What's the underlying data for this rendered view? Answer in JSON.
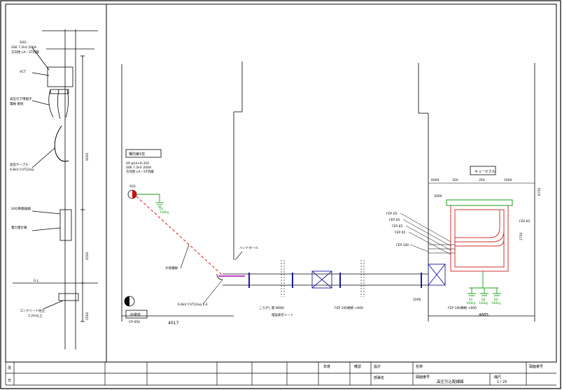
{
  "pole_section": {
    "sog_label": "SOG",
    "sog_spec": "SSK 7.2kV 200A",
    "arrester": "方向性 LA・ST内蔵",
    "vct_label": "VCT",
    "terminal_label": "高圧引下用端子",
    "terminal_label2": "電線 接続",
    "cable_label": "高圧ケーブル",
    "cable_spec": "6.6kV CVT22sq",
    "sog_box_label": "SOG制御器箱",
    "meter_label": "電力量計箱",
    "gl_label": "G.L",
    "pipe_label": "コンクリート柱立",
    "pipe_spec": "1.2m以上",
    "dim_top": "9000",
    "dim_mid": "4500",
    "dim_bottom": "2500"
  },
  "main_plan": {
    "pole_box_title": "構内第1柱",
    "pole_box_spec1": "UP φ14×9-350",
    "pole_box_spec2": "SSK 7.2kV 200A",
    "pole_box_spec3": "方向性 LA・ST内蔵",
    "sog_tag": "SOG",
    "earth_label1": "EA",
    "earth_label2": "10Ωkg",
    "cable_type_note": "6.6kV CVT22sq",
    "overhead_label": "大地電線",
    "handhole_label": "ハンドホール",
    "cable_ee": "6.6kV CVT22sq E-E",
    "utility_pole": "中電柱",
    "utility_pole_spec": "CP-450",
    "dim_left": "4017",
    "conduit_label1": "ころがし管 BR80",
    "conduit_label2": "埋設表示シート",
    "conduit_label3": "FEP 100規格 ×600",
    "conduit_label4": "FEP 100規格 ×600",
    "cubicle_label": "キュービクル",
    "dim_right": "4685",
    "dim_6000": "6000",
    "dim_350a": "350",
    "dim_350b": "350",
    "dim_1000": "1000",
    "dim_3000": "3000",
    "dim_2750": "2750",
    "dim_6750": "6750",
    "dim_2000": "2000",
    "fep_labels": [
      "FEP 65",
      "FEP 65",
      "FEP 65",
      "FEP 65",
      "FEP 100"
    ],
    "fep_right": "FEP 65",
    "earth_tags": [
      "EA",
      "EB",
      "ED"
    ],
    "earth_vals": [
      "10Ωkg",
      "10Ωkg",
      "10Ωkg"
    ]
  },
  "title_block": {
    "rev": "改",
    "date": "日",
    "scale_col1": "年度",
    "scale_col2": "確認",
    "designer": "設計",
    "name_label": "名称",
    "drawing_title": "高圧引込配線図",
    "company": "図面番号",
    "dept": "部署名",
    "scale_label": "縮尺",
    "scale_value": "1 / 25",
    "drawing_no_label": "図面番号"
  }
}
